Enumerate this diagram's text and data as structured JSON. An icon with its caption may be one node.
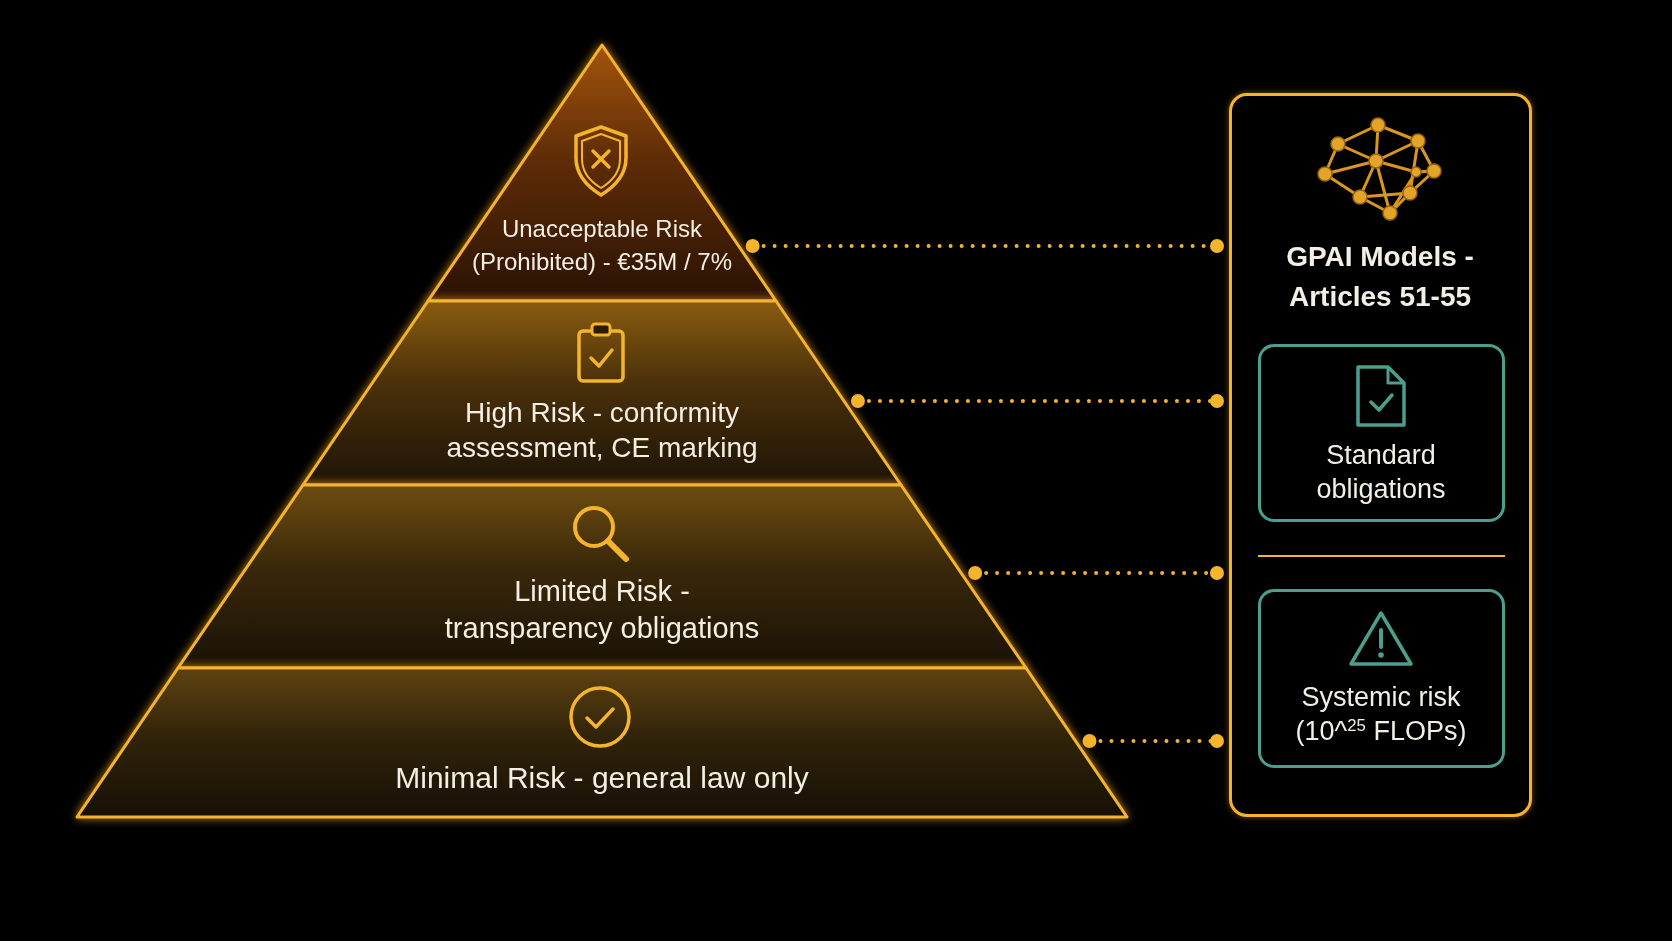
{
  "diagram": {
    "nodes": [
      {
        "text": [
          "Unacceptable Risk (Prohibited) - €35M / 7%"
        ]
      },
      {
        "text": [
          "High Risk - conformity assessment, CE marking"
        ]
      },
      {
        "text": [
          "Limited Risk - transparency obligations"
        ]
      },
      {
        "text": [
          "Minimal Risk - general law only"
        ]
      },
      {
        "text": [
          "GPAI Models - Articles 51-55"
        ]
      },
      {
        "text": [
          "Standard obligations"
        ],
        "in": 4
      },
      {
        "text": [
          "Systemic risk (10^$^{25}$ FLOPs)"
        ],
        "in": 4
      }
    ],
    "edges": [
      {
        "from": 0,
        "to": 4,
        "arrow": "other",
        "style": "dashed"
      },
      {
        "from": 1,
        "to": 4,
        "arrow": "other",
        "style": "dashed"
      },
      {
        "from": 2,
        "to": 4,
        "arrow": "other",
        "style": "dashed"
      },
      {
        "from": 3,
        "to": 4,
        "arrow": "other",
        "style": "dashed"
      }
    ]
  }
}
